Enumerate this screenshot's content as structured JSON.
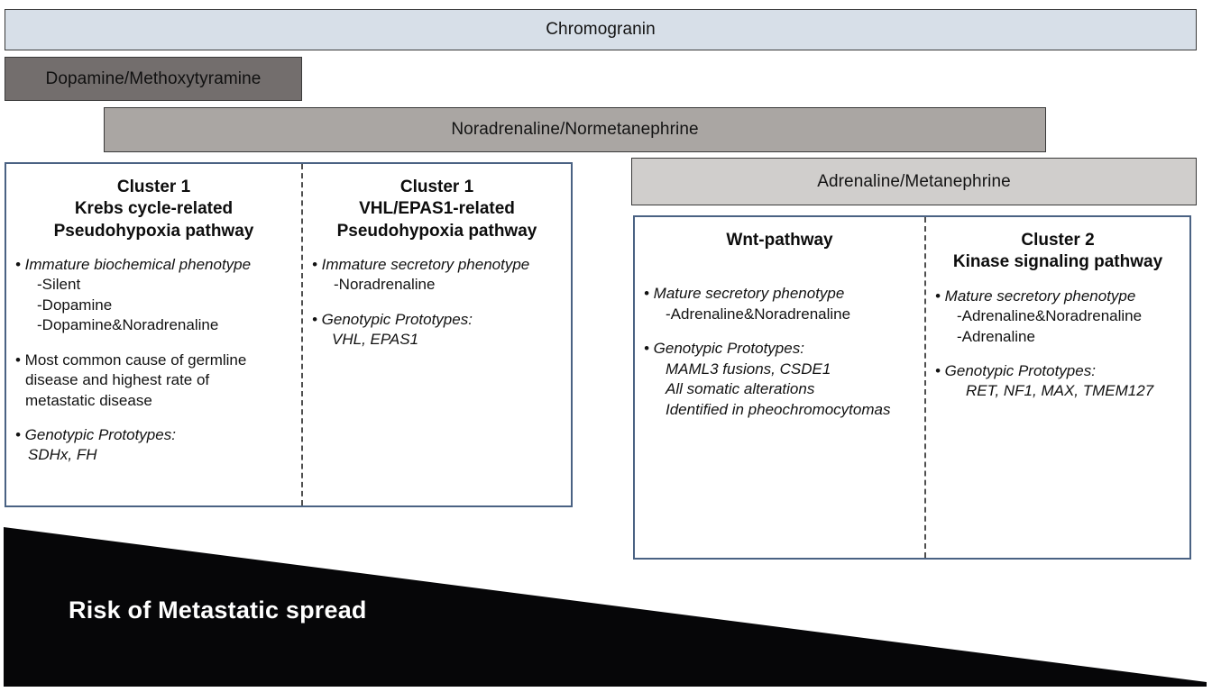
{
  "bars": [
    {
      "id": "chromogranin",
      "label": "Chromogranin",
      "color": "#d7dfe8"
    },
    {
      "id": "dopamine",
      "label": "Dopamine/Methoxytyramine",
      "color": "#736e6d"
    },
    {
      "id": "noradrenaline",
      "label": "Noradrenaline/Normetanephrine",
      "color": "#aaa6a3"
    },
    {
      "id": "adrenaline",
      "label": "Adrenaline/Metanephrine",
      "color": "#d0cecc"
    }
  ],
  "panels": {
    "left": {
      "columns": [
        {
          "title": "Cluster 1\nKrebs cycle-related\nPseudohypoxia  pathway",
          "groups": [
            {
              "lead": "• Immature biochemical phenotype",
              "subs": [
                "-Silent",
                "-Dopamine",
                "-Dopamine&Noradrenaline"
              ]
            },
            {
              "lead": "• Most common cause of germline",
              "wraps": [
                "disease and highest rate of",
                "metastatic disease"
              ]
            },
            {
              "lead": "• Genotypic Prototypes:",
              "subs_italic": [
                "SDHx, FH"
              ]
            }
          ]
        },
        {
          "title": "Cluster 1\nVHL/EPAS1-related\nPseudohypoxia  pathway",
          "groups": [
            {
              "lead": "• Immature secretory phenotype",
              "subs": [
                "-Noradrenaline"
              ]
            },
            {
              "lead": "• Genotypic Prototypes:",
              "subs_italic": [
                "VHL, EPAS1"
              ]
            }
          ]
        }
      ]
    },
    "right": {
      "columns": [
        {
          "title": "Wnt-pathway",
          "groups": [
            {
              "lead": "• Mature secretory phenotype",
              "subs": [
                "-Adrenaline&Noradrenaline"
              ]
            },
            {
              "lead": "• Genotypic Prototypes:",
              "subs_italic": [
                "MAML3 fusions, CSDE1",
                "All somatic alterations",
                "Identified in pheochromocytomas"
              ]
            }
          ]
        },
        {
          "title": "Cluster 2\nKinase signaling pathway",
          "groups": [
            {
              "lead": "• Mature secretory phenotype",
              "subs": [
                "-Adrenaline&Noradrenaline",
                "-Adrenaline"
              ]
            },
            {
              "lead": "• Genotypic Prototypes:",
              "subs_italic": [
                "RET, NF1, MAX, TMEM127"
              ]
            }
          ]
        }
      ]
    }
  },
  "wedge": {
    "label": "Risk of Metastatic spread",
    "color": "#060608"
  }
}
